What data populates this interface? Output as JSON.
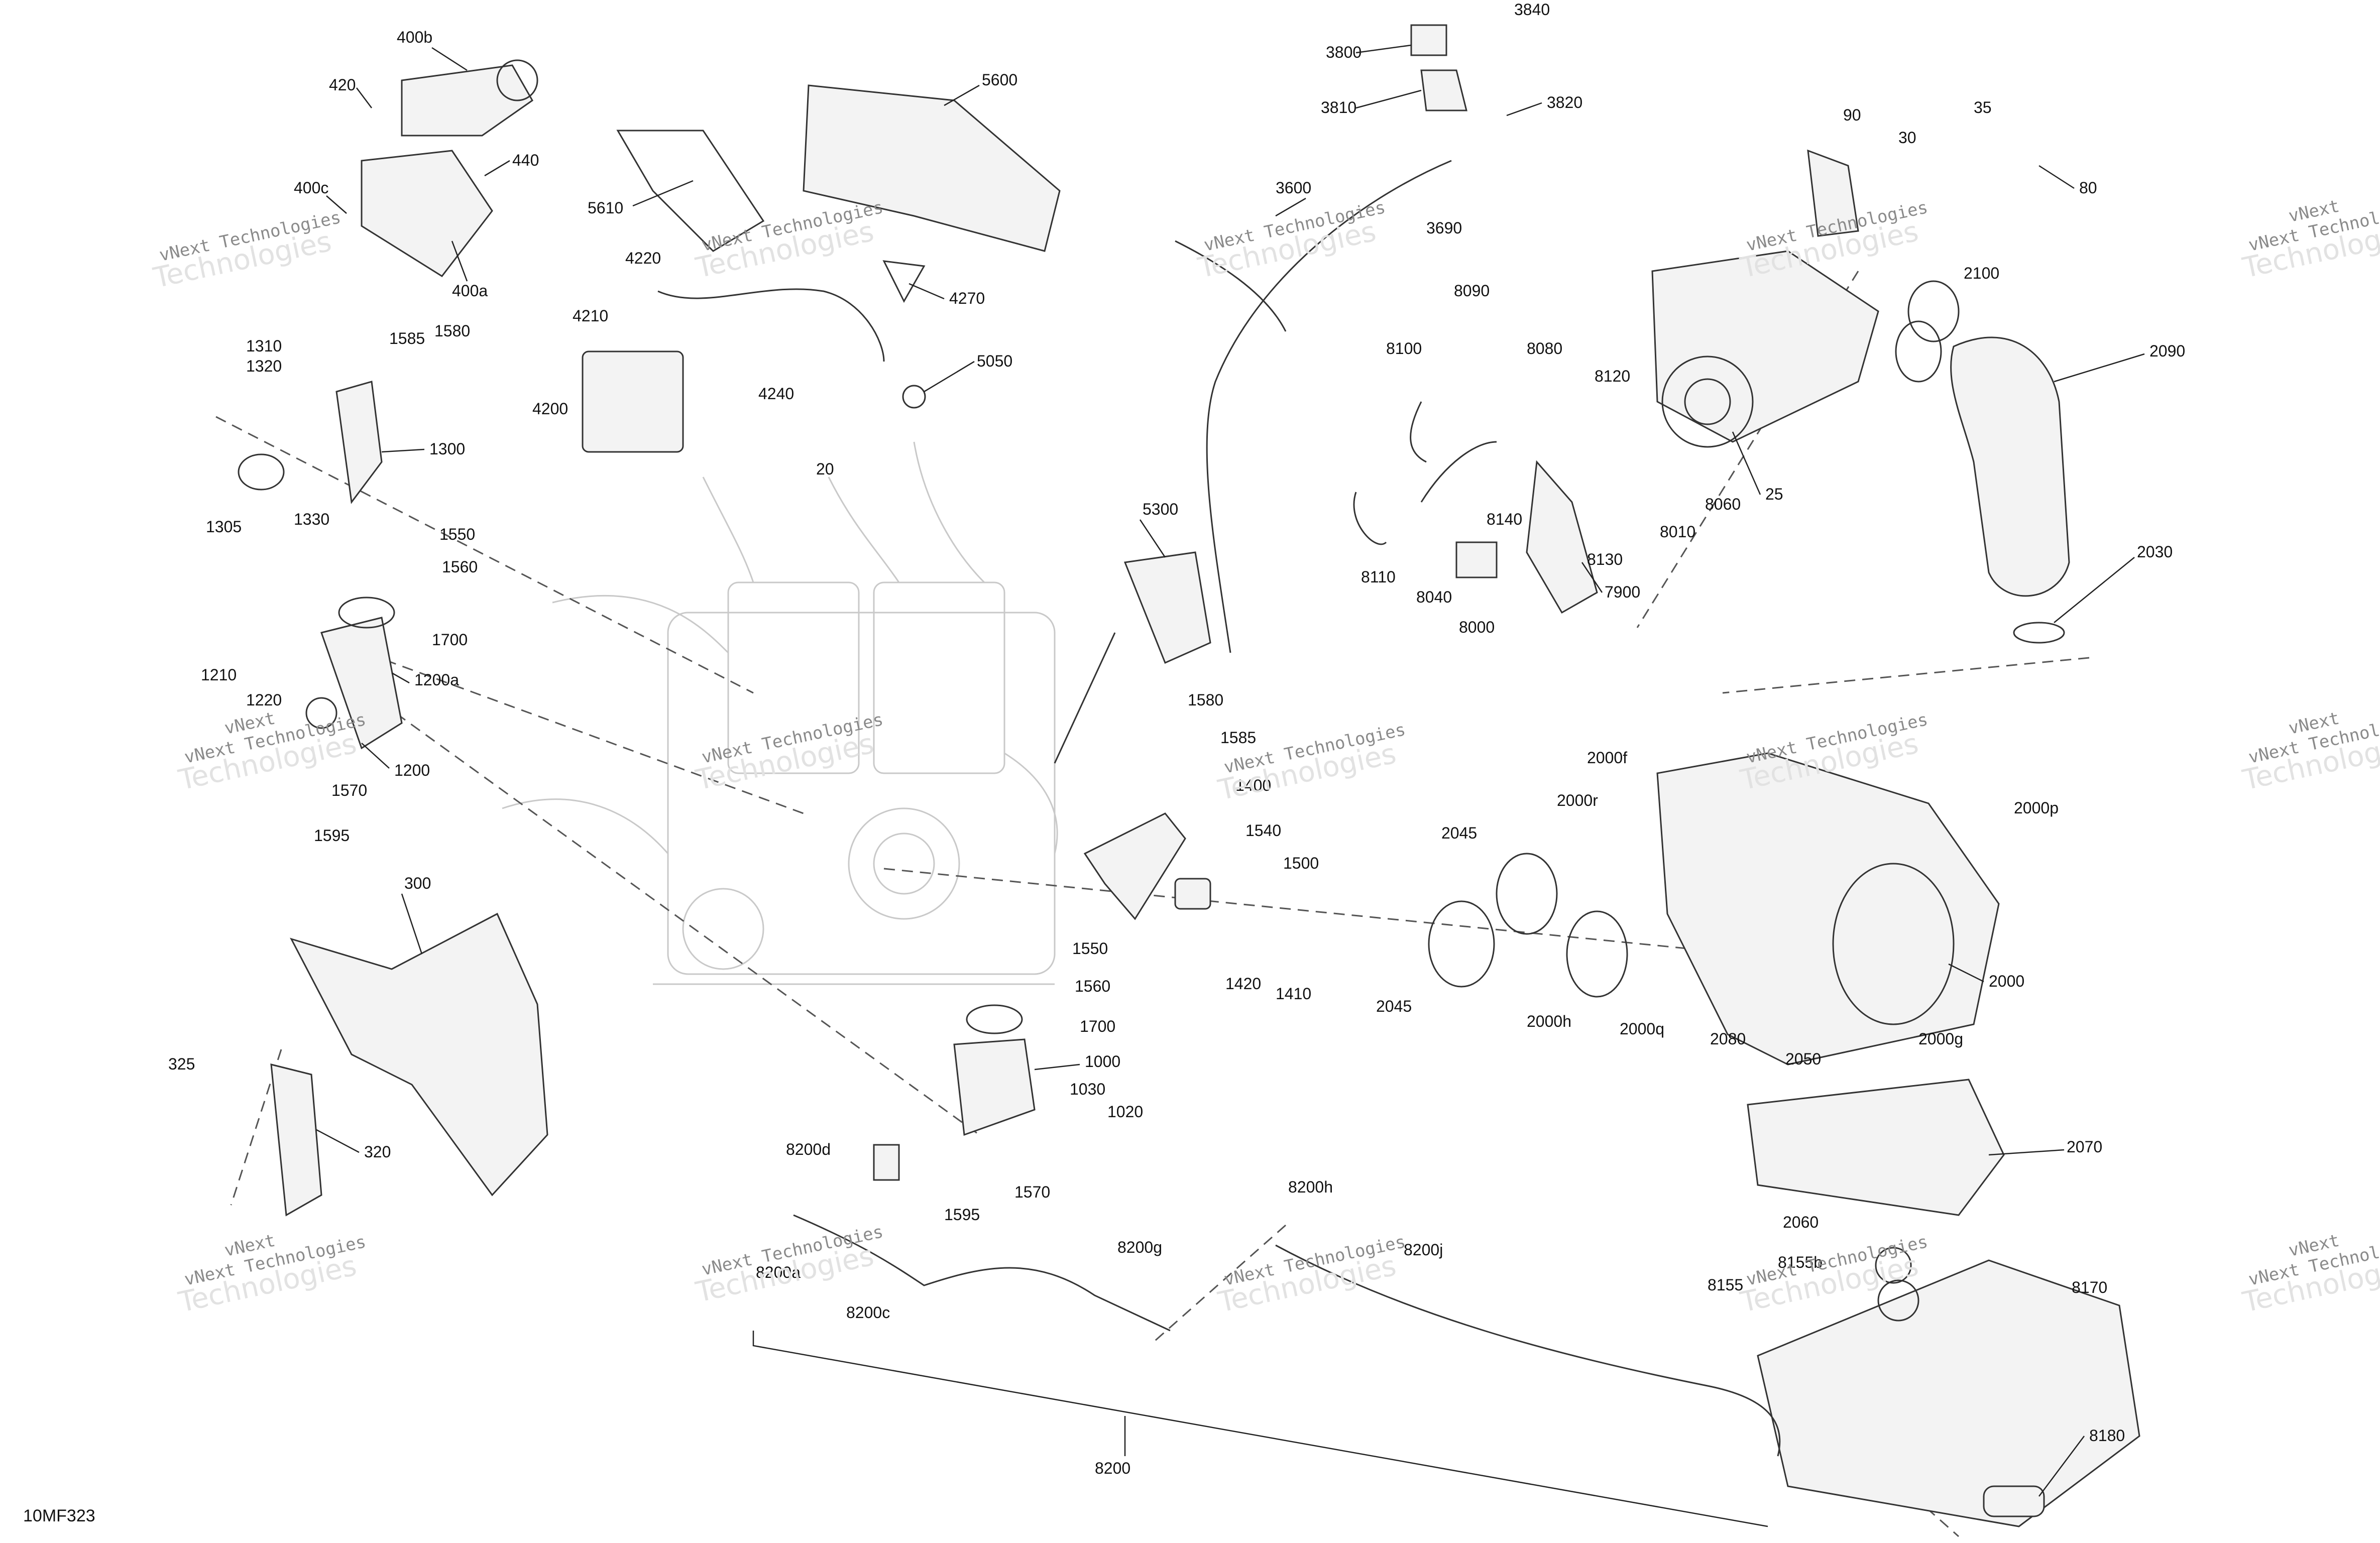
{
  "diagram_ref": "10MF323",
  "watermark": {
    "line1": "vNext Technologies",
    "line2": "Technologies",
    "line3": "vNext"
  },
  "colors": {
    "line": "#333333",
    "text": "#111111",
    "ghost_engine": "#c9c9c9",
    "watermark": "#8a8a8a"
  },
  "part_labels": [
    "400b",
    "420",
    "440",
    "400c",
    "400a",
    "5600",
    "5610",
    "4220",
    "4210",
    "4270",
    "4200",
    "4240",
    "5050",
    "3840",
    "3800",
    "3810",
    "3820",
    "3600",
    "3690",
    "90",
    "35",
    "30",
    "80",
    "2100",
    "2090",
    "8090",
    "8100",
    "8080",
    "8120",
    "8060",
    "25",
    "8010",
    "8130",
    "8140",
    "8110",
    "8040",
    "8000",
    "7900",
    "2030",
    "1310",
    "1320",
    "1585",
    "1580",
    "1300",
    "1305",
    "1330",
    "20",
    "1550",
    "1560",
    "1700",
    "1210",
    "1220",
    "1200a",
    "1200",
    "1570",
    "1595",
    "5300",
    "1580",
    "1585",
    "1400",
    "1540",
    "1500",
    "2000f",
    "2000r",
    "2000p",
    "2045",
    "2045",
    "2000h",
    "2000q",
    "2000",
    "300",
    "325",
    "320",
    "1550",
    "1560",
    "1700",
    "1000",
    "1030",
    "1020",
    "1570",
    "1595",
    "1420",
    "1410",
    "2080",
    "2050",
    "2000g",
    "2070",
    "2060",
    "8200d",
    "8200g",
    "8200h",
    "8200j",
    "8200a",
    "8200c",
    "8155b",
    "8155",
    "8170",
    "8180",
    "8200"
  ]
}
